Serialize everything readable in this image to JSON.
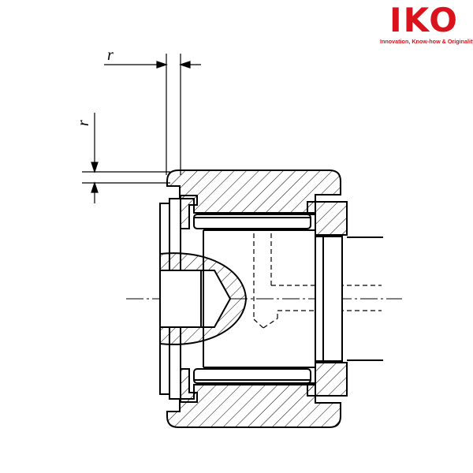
{
  "logo": {
    "mark": "IKO",
    "tagline": "Innovation, Know-how & Originality",
    "color": "#d9121b"
  },
  "drawing": {
    "dimension_labels": {
      "horizontal_r": "r",
      "vertical_r": "r"
    },
    "line_color": "#000000",
    "background": "#ffffff"
  }
}
